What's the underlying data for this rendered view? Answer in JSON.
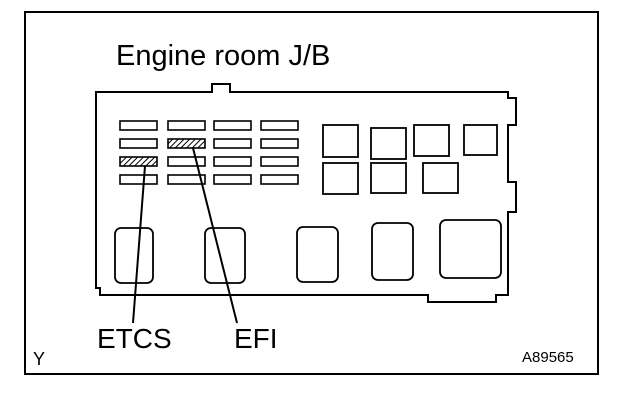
{
  "diagram": {
    "title": "Engine room J/B",
    "labels": {
      "etcs": "ETCS",
      "efi": "EFI"
    },
    "corner_code": "Y",
    "figure_id": "A89565"
  },
  "colors": {
    "ink": "#000000",
    "background": "#ffffff"
  },
  "fuse_grid": {
    "rows": 4,
    "columns": 4,
    "highlighted": [
      {
        "name": "ETCS",
        "row": 3,
        "column": 1
      },
      {
        "name": "EFI",
        "row": 2,
        "column": 2
      }
    ]
  },
  "relay_count": {
    "upper_row": 4,
    "lower_row": 3,
    "large_bottom": 5
  }
}
